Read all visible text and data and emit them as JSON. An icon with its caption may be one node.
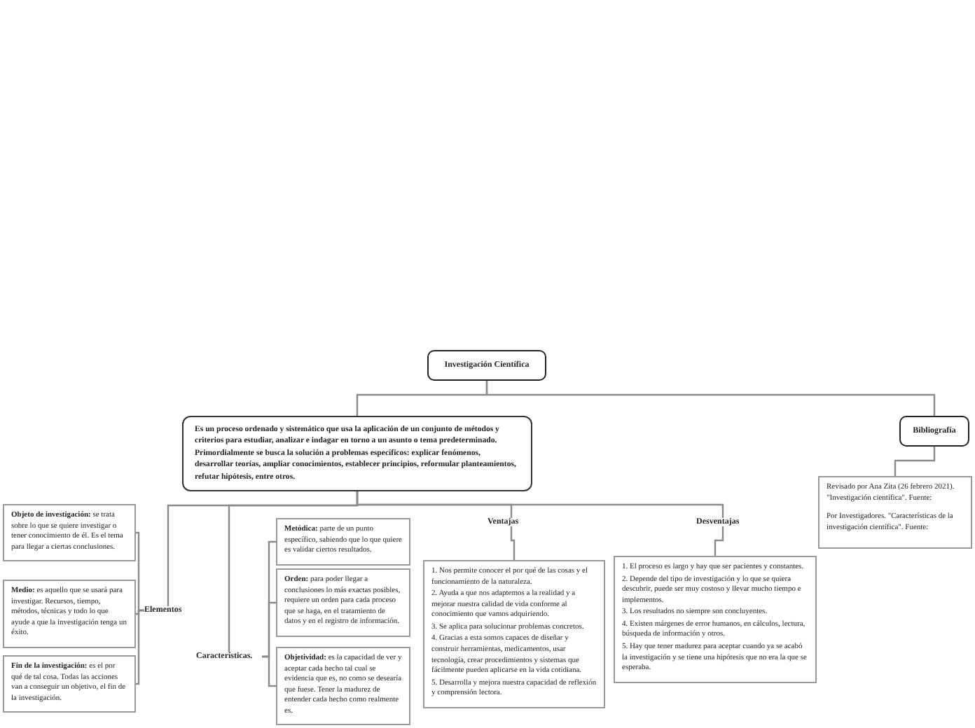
{
  "diagram": {
    "nodes": [
      {
        "text": [
          "Investigación Científica"
        ]
      },
      {
        "text": [
          "Es un proceso ordenado y sistemático que usa la aplicación de un conjunto de métodos y criterios para estudiar, analizar e indagar en torno a un asunto o tema predeterminado. Primordialmente se busca la solución a problemas específicos: explicar fenómenos, desarrollar teorías, ampliar conocimientos, establecer principios, reformular planteamientos, refutar hipótesis, entre otros."
        ]
      },
      {
        "text": [
          "Bibliografía"
        ]
      },
      {
        "text": [
          "Revisado por Ana Zita (26 febrero 2021). \"Investigación científica\". Fuente:",
          "Por Investigadores. \"Características de la investigación científica\". Fuente:"
        ]
      },
      {
        "text": [
          "Elementos"
        ]
      },
      {
        "text": [
          "**Objeto de investigación:** se trata sobre lo que se quiere investigar o tener conocimiento de él. Es el tema para llegar a ciertas conclusiones."
        ]
      },
      {
        "text": [
          "**Medio:** es aquello que se usará para investigar. Recursos, tiempo, métodos, técnicas y todo lo que ayude a que la investigación tenga un éxito."
        ]
      },
      {
        "text": [
          "**Fin de la investigación:** es el por qué de tal cosa. Todas las acciones van a conseguir un objetivo, el fin de la investigación."
        ]
      },
      {
        "text": [
          "Características."
        ]
      },
      {
        "text": [
          "**Metódica:** parte de un punto específico, sabiendo que lo que quiere es validar ciertos resultados."
        ]
      },
      {
        "text": [
          "**Orden:** para poder llegar a conclusiones lo más exactas posibles, requiere un orden para cada proceso que se haga, en el tratamiento de datos y en el registro de información."
        ]
      },
      {
        "text": [
          "**Objetividad:** es la capacidad de ver y aceptar cada hecho tal cual se evidencia que es, no como se desearía que fuese. Tener la madurez de entender cada hecho como realmente es."
        ]
      },
      {
        "text": [
          "Ventajas"
        ]
      },
      {
        "text": [
          "1. Nos permite conocer el por qué de las cosas y el funcionamiento de la naturaleza.",
          "2. Ayuda a que nos adaptemos a la realidad y a mejorar nuestra calidad de vida conforme al conocimiento que vamos adquiriendo.",
          "3. Se aplica para solucionar problemas concretos.",
          "4. Gracias a esta somos capaces de diseñar y construir herramientas, medicamentos, usar tecnología, crear procedimientos y sistemas que fácilmente pueden aplicarse en la vida cotidiana.",
          "5. Desarrolla y mejora nuestra capacidad de reflexión y comprensión lectora."
        ]
      },
      {
        "text": [
          "Desventajas"
        ]
      },
      {
        "text": [
          "1. El proceso es largo y hay que ser pacientes y constantes.",
          "2. Depende del tipo de investigación y lo que se quiera descubrir, puede ser muy costoso y llevar mucho tiempo e implementos.",
          "3. Los resultados no siempre son concluyentes.",
          "4. Existen márgenes de error humanos, en cálculos, lectura, búsqueda de información y otros.",
          "5. Hay que tener madurez para aceptar cuando ya se acabó la investigación y se tiene una hipótesis que no era la que se esperaba."
        ]
      }
    ],
    "edges": [
      {
        "from": 0,
        "to": 1,
        "arrow": "none"
      },
      {
        "from": 0,
        "to": 2,
        "arrow": "none"
      },
      {
        "from": 2,
        "to": 3,
        "arrow": "none"
      },
      {
        "from": 1,
        "to": 4,
        "arrow": "none"
      },
      {
        "from": 4,
        "to": 5,
        "arrow": "none"
      },
      {
        "from": 4,
        "to": 6,
        "arrow": "none"
      },
      {
        "from": 4,
        "to": 7,
        "arrow": "none"
      },
      {
        "from": 1,
        "to": 8,
        "arrow": "none"
      },
      {
        "from": 8,
        "to": 9,
        "arrow": "none"
      },
      {
        "from": 8,
        "to": 10,
        "arrow": "none"
      },
      {
        "from": 8,
        "to": 11,
        "arrow": "none"
      },
      {
        "from": 1,
        "to": 12,
        "arrow": "none"
      },
      {
        "from": 12,
        "to": 13,
        "arrow": "none"
      },
      {
        "from": 1,
        "to": 14,
        "arrow": "none"
      },
      {
        "from": 14,
        "to": 15,
        "arrow": "none"
      }
    ]
  }
}
